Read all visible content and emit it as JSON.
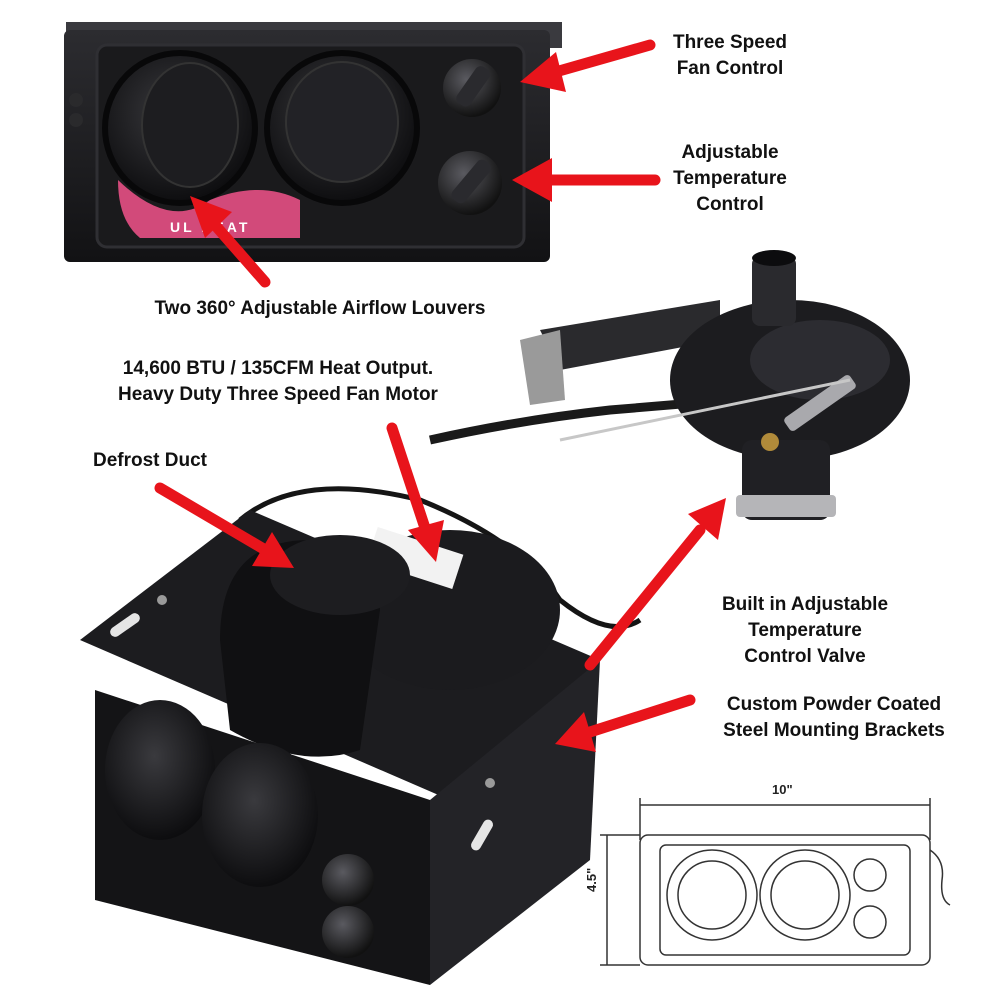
{
  "photo_brand_text": "UL HEAT",
  "callouts": {
    "fan_control": [
      "Three Speed",
      "Fan Control"
    ],
    "temperature_control": [
      "Adjustable",
      "Temperature",
      "Control"
    ],
    "louvers": "Two 360° Adjustable Airflow Louvers",
    "heat_output": [
      "14,600 BTU / 135CFM Heat Output.",
      "Heavy Duty Three Speed Fan Motor"
    ],
    "defrost_duct": "Defrost Duct",
    "valve": [
      "Built in Adjustable",
      "Temperature",
      "Control Valve"
    ],
    "brackets": [
      "Custom Powder Coated",
      "Steel Mounting Brackets"
    ]
  },
  "drawing": {
    "width_label": "10\"",
    "height_label": "4.5\""
  },
  "colors": {
    "arrow": "#e8141b",
    "heater_body": "#1b1b1d",
    "accent_pink": "#d24a7a",
    "label_text": "#111111"
  }
}
